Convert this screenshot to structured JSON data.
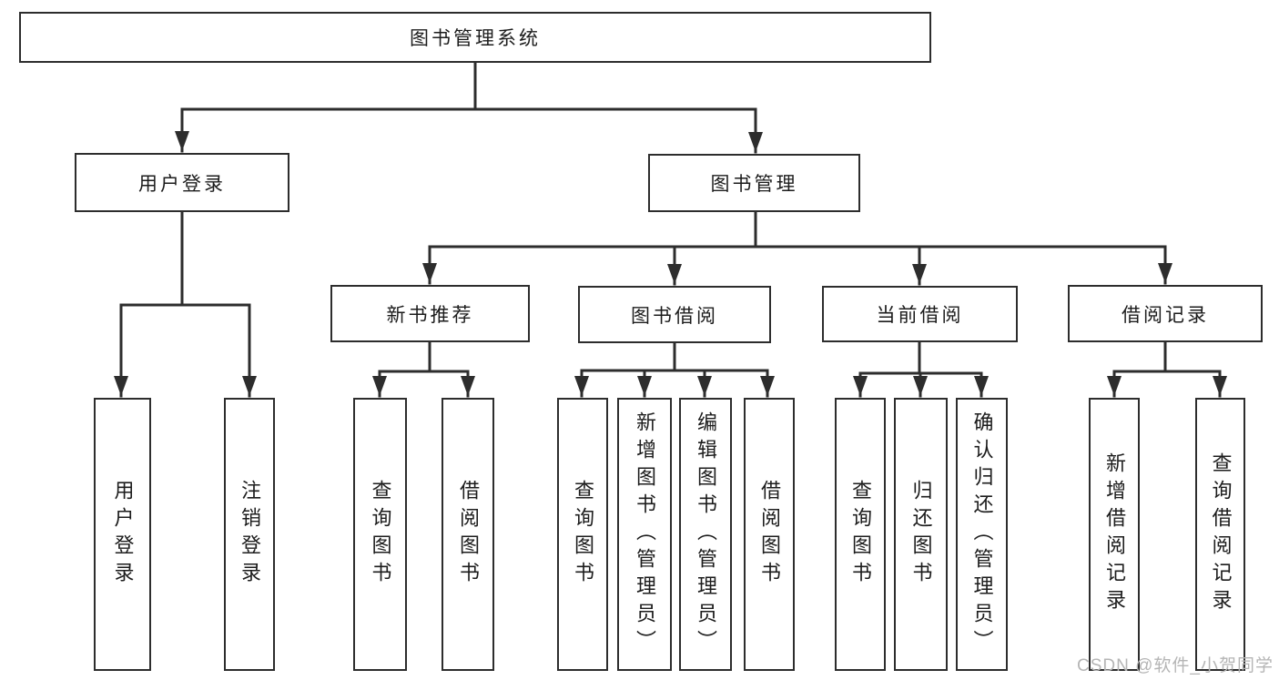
{
  "diagram": {
    "title": "图书管理系统",
    "nodes": {
      "root": "图书管理系统",
      "user_login": "用户登录",
      "book_mgmt": "图书管理",
      "new_books": "新书推荐",
      "book_borrow": "图书借阅",
      "current_borrow": "当前借阅",
      "borrow_records": "借阅记录",
      "leaf_user_login": "用户登录",
      "leaf_logout": "注销登录",
      "nb_query": "查询图书",
      "nb_borrow": "借阅图书",
      "bb_query": "查询图书",
      "bb_add": "新增图书（管理员）",
      "bb_edit": "编辑图书（管理员）",
      "bb_borrow": "借阅图书",
      "cb_query": "查询图书",
      "cb_return": "归还图书",
      "cb_confirm": "确认归还（管理员）",
      "br_add": "新增借阅记录",
      "br_query": "查询借阅记录"
    },
    "line_color": "#2d2d2d",
    "box_background": "#ffffff",
    "text_color": "#1c1c1c"
  },
  "watermark": {
    "text": "CSDN @软件_小贺同学",
    "color": "#b5b5b5"
  }
}
